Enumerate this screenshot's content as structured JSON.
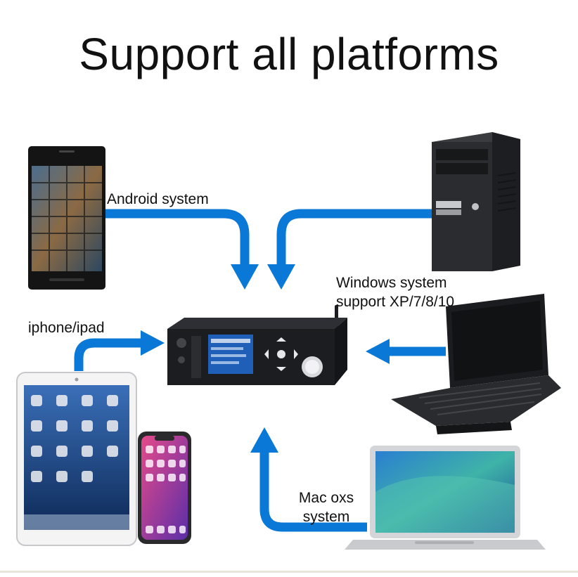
{
  "title": "Support all platforms",
  "labels": {
    "android": "Android system",
    "windows_line1": "Windows system",
    "windows_line2": "support XP/7/8/10",
    "iphone": "iphone/ipad",
    "mac_line1": "Mac oxs",
    "mac_line2": "system"
  },
  "colors": {
    "arrow": "#0a78d6",
    "device_body": "#1c1d21",
    "screen": "#1f5fb8"
  },
  "icons": [
    "android-phone-icon",
    "desktop-tower-icon",
    "windows-laptop-icon",
    "macbook-icon",
    "ipad-icon",
    "iphone-icon",
    "audio-device-icon"
  ]
}
